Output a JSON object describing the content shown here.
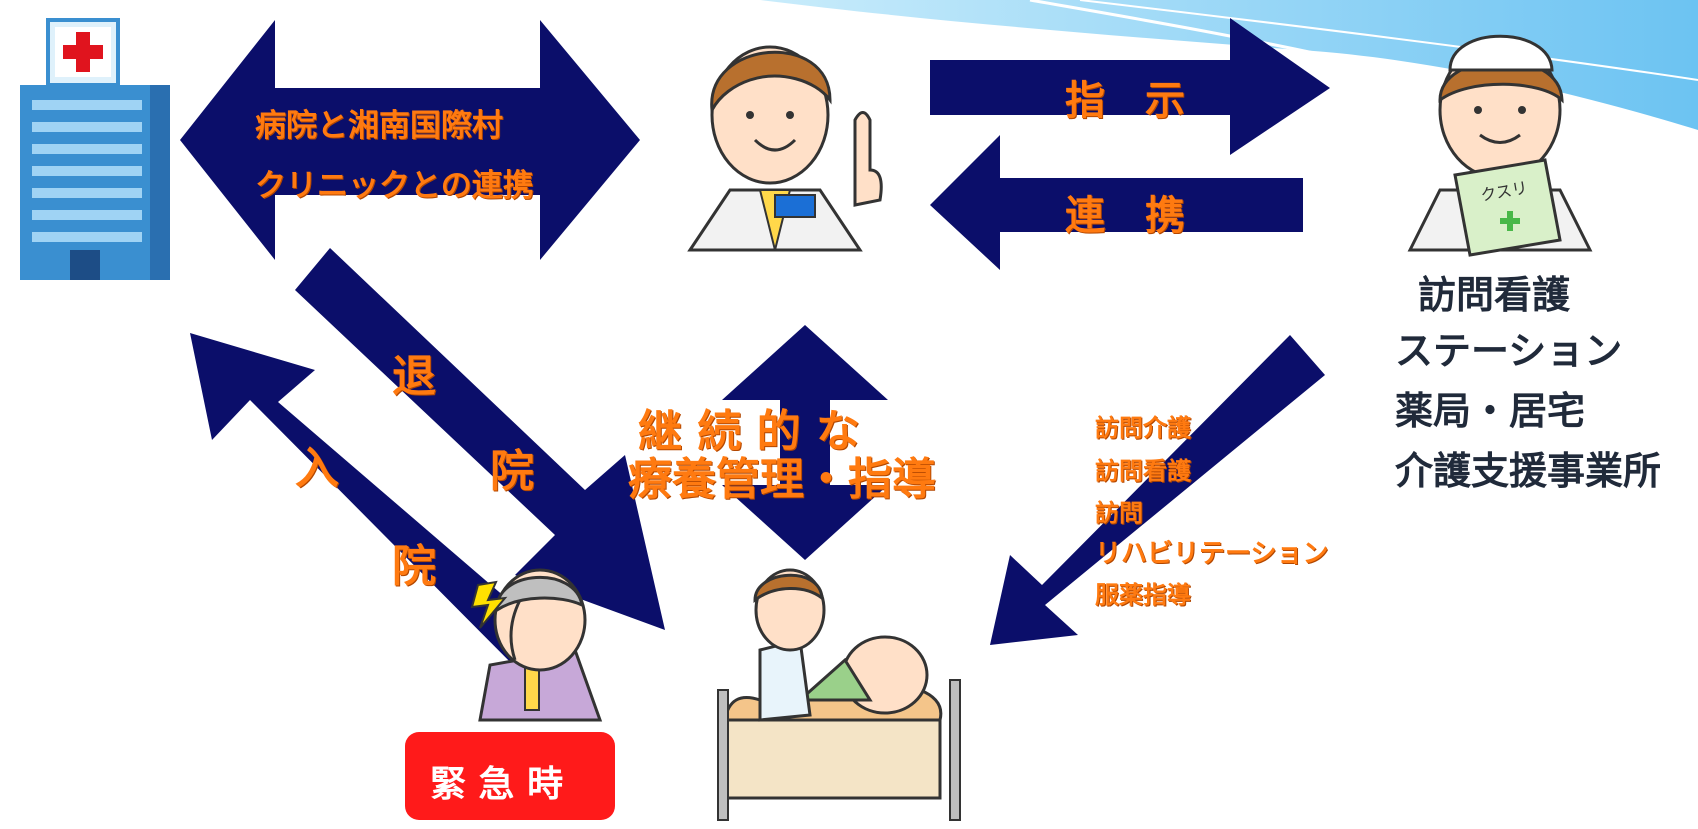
{
  "arrows": {
    "hospital_clinic": [
      "病院と湘南国際村",
      "クリニックとの連携"
    ],
    "instruction": "指　示",
    "cooperation": "連　携",
    "discharge_top": "退",
    "discharge_bottom": "院",
    "admission_top": "入",
    "admission_bottom": "院",
    "continuous": [
      "継 続 的 な",
      "療養管理・指導"
    ],
    "home_services": [
      "訪問介護",
      "訪問看護",
      "訪問",
      "リハビリテーション",
      "服薬指導"
    ]
  },
  "station": [
    "訪問看護",
    "ステーション",
    "薬局・居宅",
    "介護支援事業所"
  ],
  "emergency": "緊 急 時",
  "nurse_chart": "クスリ",
  "colors": {
    "arrow": "#0b0e6a",
    "text_orange": "#ff7a10",
    "emergency": "#ff1a1a",
    "accent": "#8ecff5"
  }
}
